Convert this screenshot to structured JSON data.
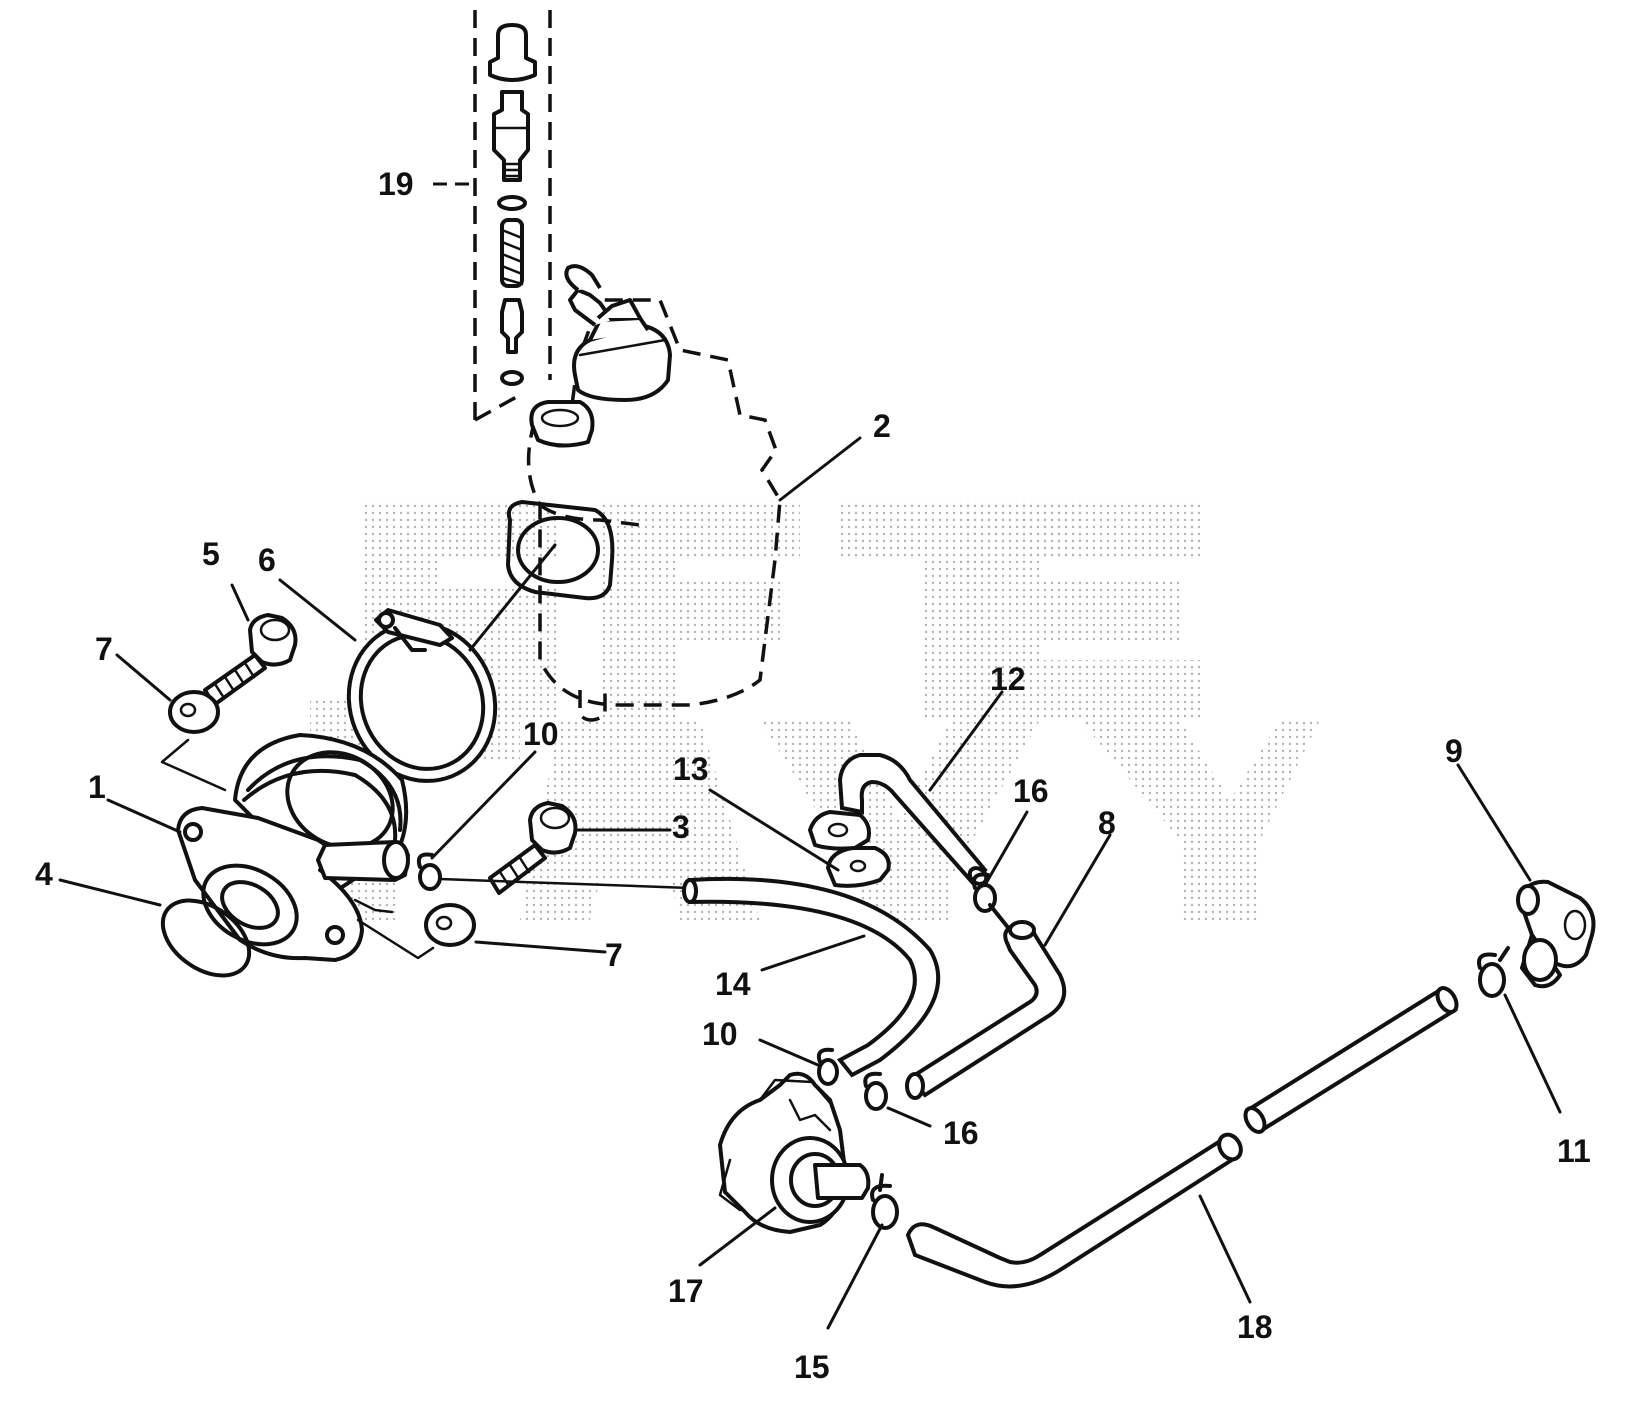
{
  "callouts": [
    {
      "id": "c-19",
      "label": "19"
    },
    {
      "id": "c-2",
      "label": "2"
    },
    {
      "id": "c-5",
      "label": "5"
    },
    {
      "id": "c-6",
      "label": "6"
    },
    {
      "id": "c-7a",
      "label": "7"
    },
    {
      "id": "c-1",
      "label": "1"
    },
    {
      "id": "c-4",
      "label": "4"
    },
    {
      "id": "c-10a",
      "label": "10"
    },
    {
      "id": "c-3",
      "label": "3"
    },
    {
      "id": "c-7b",
      "label": "7"
    },
    {
      "id": "c-13",
      "label": "13"
    },
    {
      "id": "c-12",
      "label": "12"
    },
    {
      "id": "c-16a",
      "label": "16"
    },
    {
      "id": "c-8",
      "label": "8"
    },
    {
      "id": "c-9",
      "label": "9"
    },
    {
      "id": "c-14",
      "label": "14"
    },
    {
      "id": "c-10b",
      "label": "10"
    },
    {
      "id": "c-16b",
      "label": "16"
    },
    {
      "id": "c-11",
      "label": "11"
    },
    {
      "id": "c-17",
      "label": "17"
    },
    {
      "id": "c-15",
      "label": "15"
    },
    {
      "id": "c-18",
      "label": "18"
    }
  ],
  "watermark": "SAFETY"
}
